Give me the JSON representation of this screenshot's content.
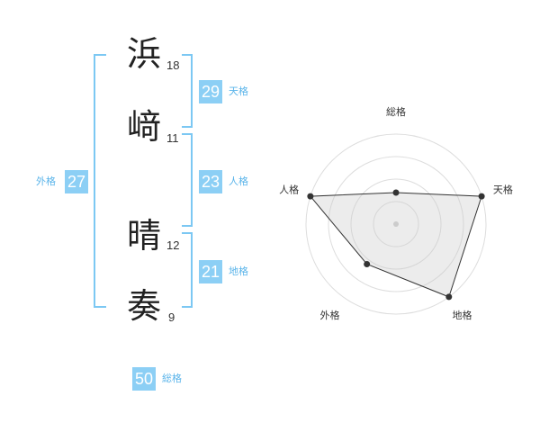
{
  "name": {
    "chars": [
      {
        "char": "浜",
        "strokes": "18"
      },
      {
        "char": "﨑",
        "strokes": "11"
      },
      {
        "char": "晴",
        "strokes": "12"
      },
      {
        "char": "奏",
        "strokes": "9"
      }
    ]
  },
  "kaku": {
    "tenkaku": {
      "value": "29",
      "label": "天格"
    },
    "jinkaku": {
      "value": "23",
      "label": "人格"
    },
    "chikaku": {
      "value": "21",
      "label": "地格"
    },
    "gaikaku": {
      "value": "27",
      "label": "外格"
    },
    "soukaku": {
      "value": "50",
      "label": "総格"
    }
  },
  "colors": {
    "accent": "#8ccff5",
    "bracket": "#7cc8f3"
  },
  "chart_data": {
    "type": "radar",
    "axes": [
      "総格",
      "天格",
      "地格",
      "外格",
      "人格"
    ],
    "values": [
      0.35,
      1.0,
      1.0,
      0.55,
      1.0
    ],
    "rings": 4,
    "grid": true
  }
}
